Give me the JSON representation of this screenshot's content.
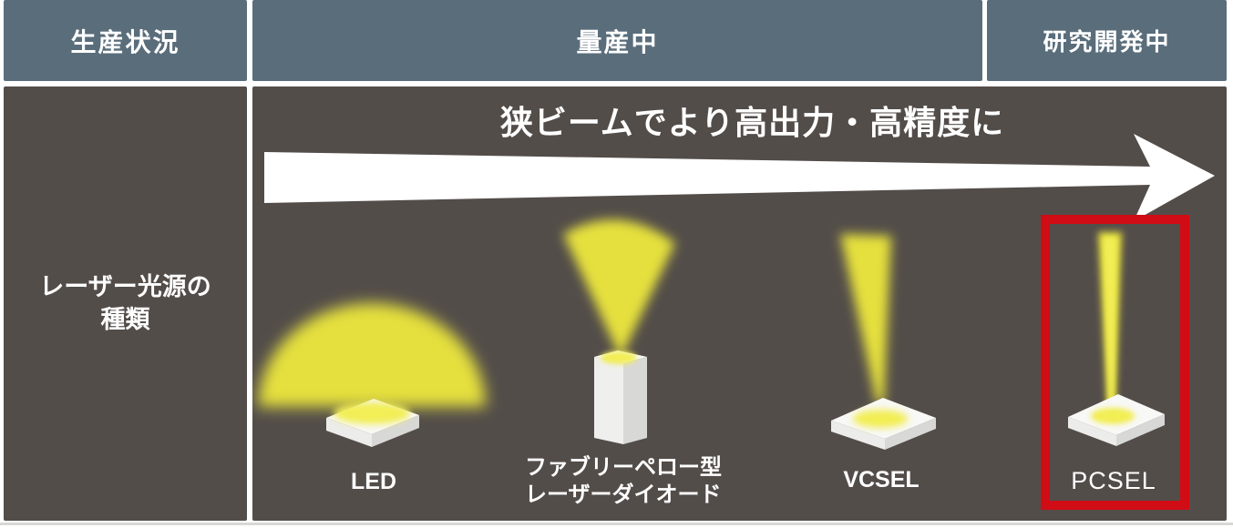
{
  "header": {
    "col_production_status": "生産状況",
    "col_mass_production": "量産中",
    "col_rnd": "研究開発中"
  },
  "left_column": {
    "label_line1": "レーザー光源の",
    "label_line2": "種類"
  },
  "diagram": {
    "arrow_caption": "狭ビームでより高出力・高精度に",
    "devices": [
      {
        "id": "led",
        "label": "LED",
        "beam": "wide-hemisphere"
      },
      {
        "id": "fabry-perot",
        "label_line1": "ファブリーペロー型",
        "label_line2": "レーザーダイオード",
        "beam": "wide-cone"
      },
      {
        "id": "vcsel",
        "label": "VCSEL",
        "beam": "narrow-cone"
      },
      {
        "id": "pcsel",
        "label": "PCSEL",
        "beam": "pencil-beam",
        "highlighted": true
      }
    ]
  },
  "colors": {
    "header_bg": "#5a6d7b",
    "body_bg": "#534d4a",
    "beam_yellow": "#e5e03c",
    "beam_core": "#f2ee55",
    "highlight_red": "#d00c15",
    "text": "#ffffff"
  }
}
